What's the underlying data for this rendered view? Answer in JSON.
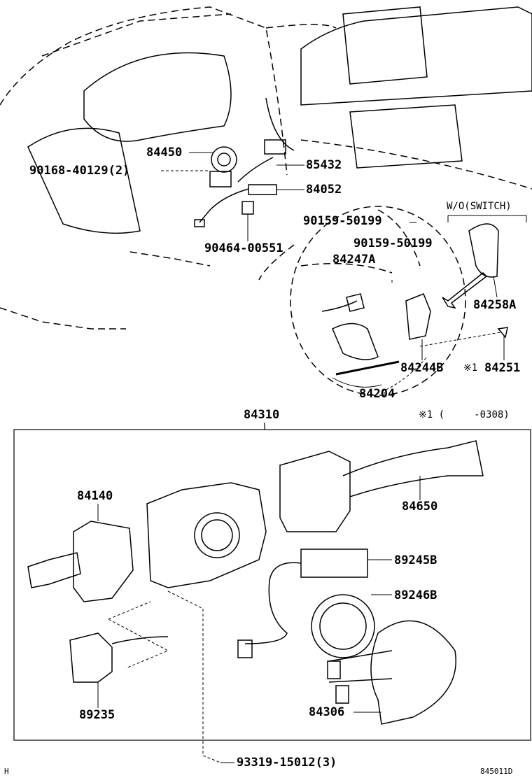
{
  "labels": {
    "p84450": "84450",
    "p90168": "90168-40129(2)",
    "p85432": "85432",
    "p84052": "84052",
    "p90464": "90464-00551",
    "wo_switch": "W/O(SWITCH)",
    "p90159a": "90159-50199",
    "p90159b": "90159-50199",
    "p84247A": "84247A",
    "p84258A": "84258A",
    "p84244B": "84244B",
    "p84251_mark": "※1",
    "p84251": "84251",
    "p84204": "84204",
    "p84310": "84310",
    "note1": "※1 (     -0308)",
    "p84140": "84140",
    "p84650": "84650",
    "p89245B": "89245B",
    "p89246B": "89246B",
    "p89235": "89235",
    "p84306": "84306",
    "p93319": "93319-15012(3)",
    "corner_h": "H",
    "figure_id": "845011D"
  }
}
